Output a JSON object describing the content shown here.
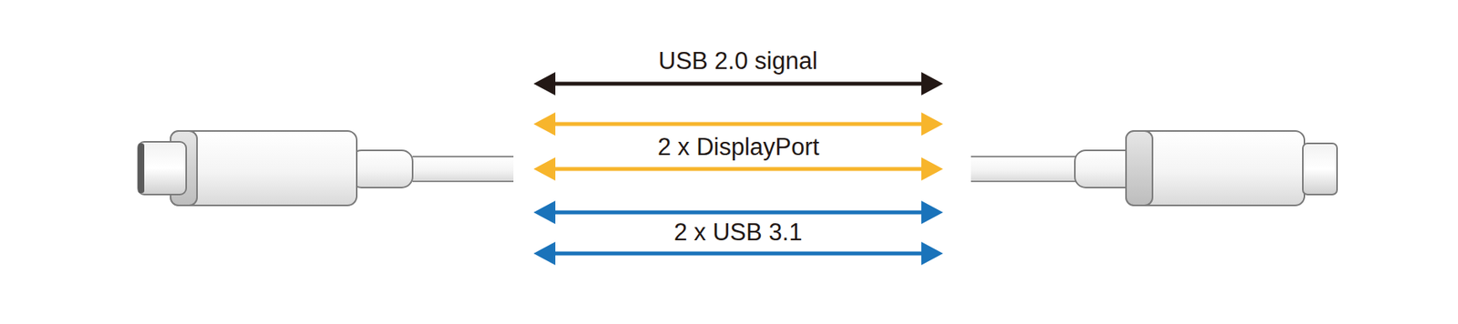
{
  "diagram": {
    "labels": [
      "USB 2.0 signal",
      "2 x DisplayPort",
      "2 x USB 3.1"
    ]
  }
}
